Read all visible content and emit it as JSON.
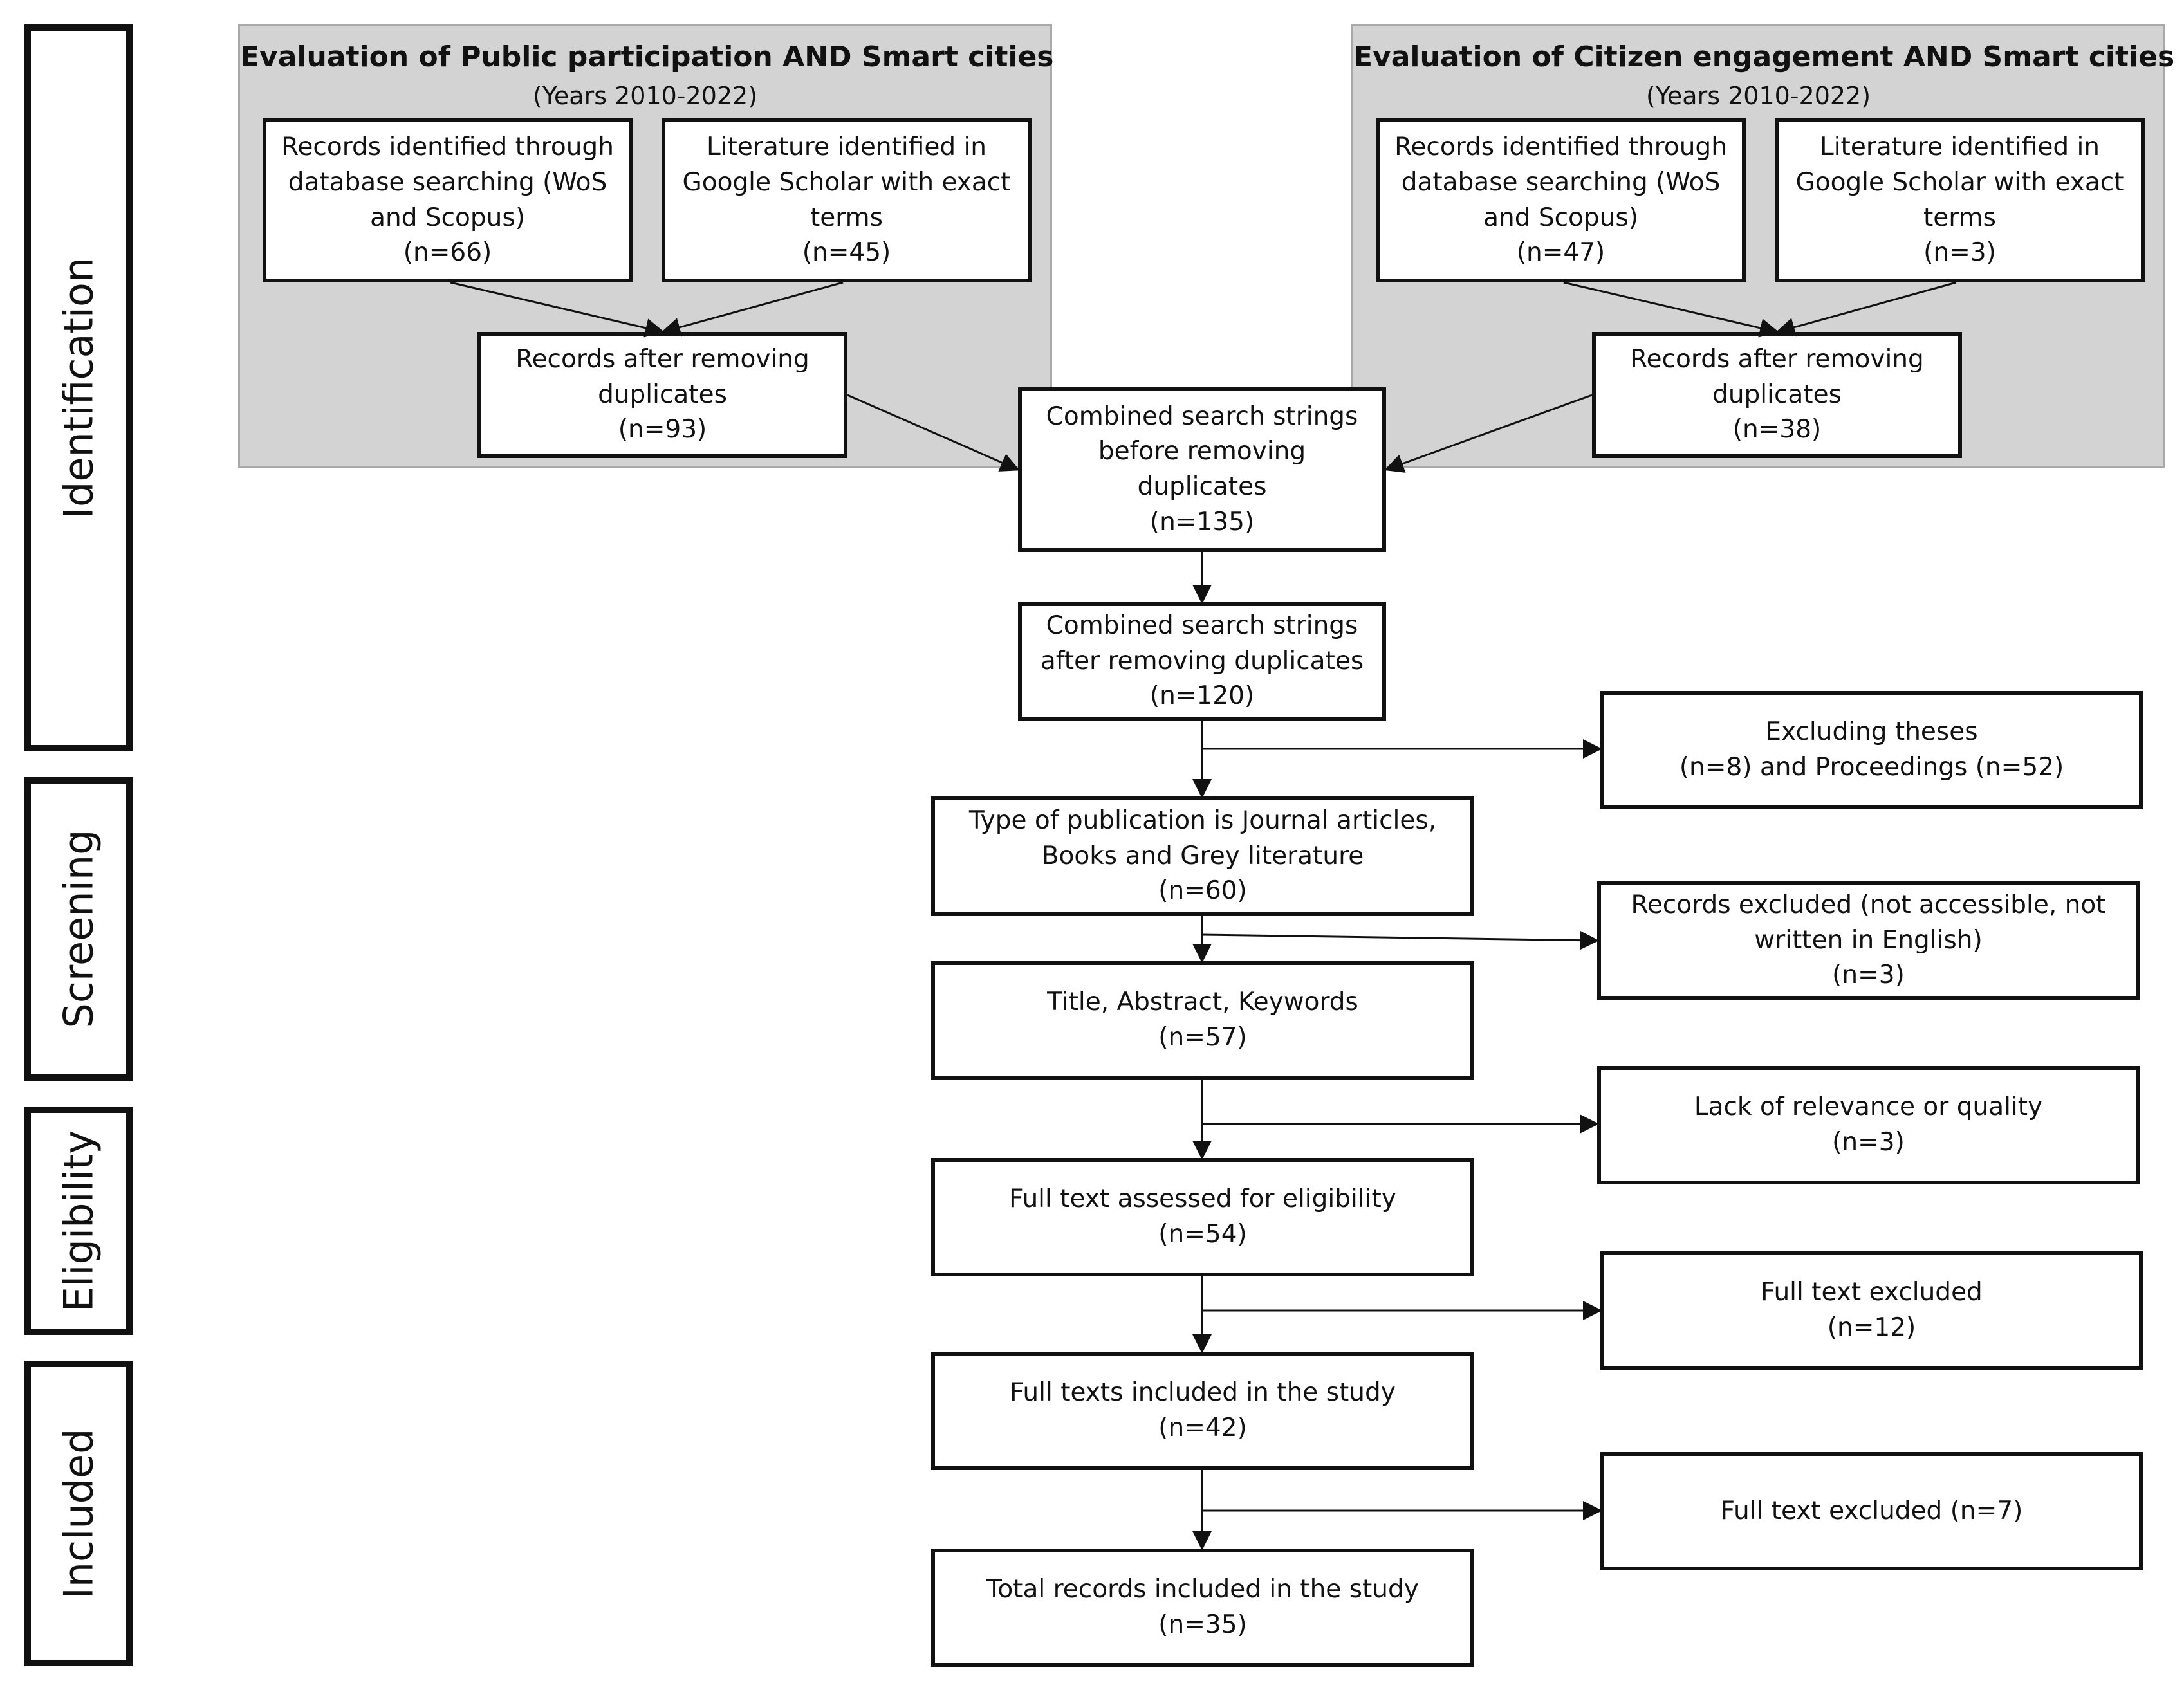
{
  "stages": {
    "identification": "Identification",
    "screening": "Screening",
    "eligibility": "Eligibility",
    "included": "Included"
  },
  "left_group": {
    "title": "Evaluation of Public participation AND Smart cities",
    "years": "(Years 2010-2022)",
    "db_records": {
      "text": "Records identified through database searching (WoS and Scopus)",
      "count": "(n=66)"
    },
    "scholar": {
      "text": "Literature identified in Google Scholar with exact terms",
      "count": "(n=45)"
    },
    "after_dupes": {
      "text": "Records after removing duplicates",
      "count": "(n=93)"
    }
  },
  "right_group": {
    "title": "Evaluation of Citizen engagement AND Smart cities",
    "years": "(Years 2010-2022)",
    "db_records": {
      "text": "Records identified through database searching (WoS and Scopus)",
      "count": "(n=47)"
    },
    "scholar": {
      "text": "Literature identified in Google Scholar with exact terms",
      "count": "(n=3)"
    },
    "after_dupes": {
      "text": "Records after removing duplicates",
      "count": "(n=38)"
    }
  },
  "flow": {
    "combined_before": {
      "text": "Combined search strings before removing duplicates",
      "count": "(n=135)"
    },
    "combined_after": {
      "text": "Combined search strings after removing duplicates",
      "count": "(n=120)"
    },
    "pub_type": {
      "text": "Type of publication is Journal articles, Books and Grey literature",
      "count": "(n=60)"
    },
    "title_abstract": {
      "text": "Title, Abstract, Keywords",
      "count": "(n=57)"
    },
    "full_text_assessed": {
      "text": "Full text assessed for eligibility",
      "count": "(n=54)"
    },
    "full_texts_included": {
      "text": "Full texts included in the study",
      "count": "(n=42)"
    },
    "total_included": {
      "text": "Total records included in the study",
      "count": "(n=35)"
    }
  },
  "exclusions": {
    "theses": {
      "text": "Excluding theses",
      "count": "(n=8) and Proceedings (n=52)"
    },
    "not_accessible": {
      "text": "Records excluded (not accessible, not written in English)",
      "count": "(n=3)"
    },
    "relevance": {
      "text": "Lack of relevance or quality",
      "count": "(n=3)"
    },
    "full_text_excluded_12": {
      "text": "Full text excluded",
      "count": "(n=12)"
    },
    "full_text_excluded_7": {
      "text": "Full text excluded (n=7)"
    }
  }
}
